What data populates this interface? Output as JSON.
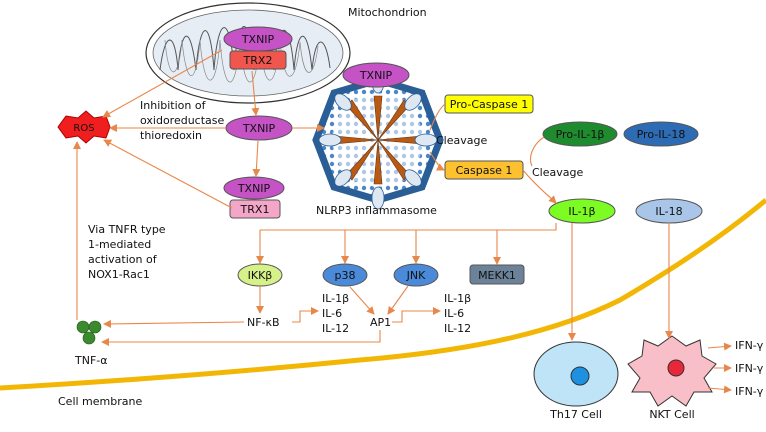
{
  "labels": {
    "mitochondrion": "Mitochondrion",
    "inhibition": [
      "Inhibition of",
      "oxidoreductase",
      "thioredoxin"
    ],
    "cleavage1": "Cleavage",
    "cleavage2": "Cleavage",
    "nlrp3": "NLRP3 inflammasome",
    "via_tnfr": [
      "Via TNFR type",
      "1-mediated",
      "activation of",
      "NOX1-Rac1"
    ],
    "cytokines_left": [
      "IL-1β",
      "IL-6",
      "IL-12"
    ],
    "cytokines_right": [
      "IL-1β",
      "IL-6",
      "IL-12"
    ],
    "nfkb": "NF-κB",
    "ap1": "AP1",
    "tnfa": "TNF-α",
    "cell_membrane": "Cell membrane",
    "th17": "Th17 Cell",
    "nkt": "NKT Cell",
    "ifn": [
      "IFN-γ",
      "IFN-γ",
      "IFN-γ"
    ]
  },
  "nodes": {
    "txnip_mito": "TXNIP",
    "trx2": "TRX2",
    "txnip_top": "TXNIP",
    "ros": "ROS",
    "txnip_mid": "TXNIP",
    "txnip_low": "TXNIP",
    "trx1": "TRX1",
    "pro_caspase1": "Pro-Caspase 1",
    "caspase1": "Caspase 1",
    "pro_il1b": "Pro-IL-1β",
    "pro_il18": "Pro-IL-18",
    "il1b": "IL-1β",
    "il18": "IL-18",
    "ikkb": "IKKβ",
    "p38": "p38",
    "jnk": "JNK",
    "mekk1": "MEKK1"
  },
  "colors": {
    "arrow": "#E8874A",
    "membrane": "#F2B705",
    "txnip": "#C653C6",
    "trx2": "#F0554E",
    "trx1": "#F4A6C8",
    "ros": "#F01E1E",
    "caspase_pro": "#FFFF00",
    "caspase": "#FDC02F",
    "pro_il1b": "#1E8C2E",
    "pro_il18": "#2E6BB5",
    "il1b": "#7CFC22",
    "il18": "#A9C6E8",
    "ikkb": "#D6F08A",
    "p38": "#4A8AD8",
    "jnk": "#4A8AD8",
    "mekk1": "#6B8299",
    "tnfa": "#3C8A2E",
    "th17": "#BFE3F7",
    "nkt": "#F9BFC8"
  }
}
